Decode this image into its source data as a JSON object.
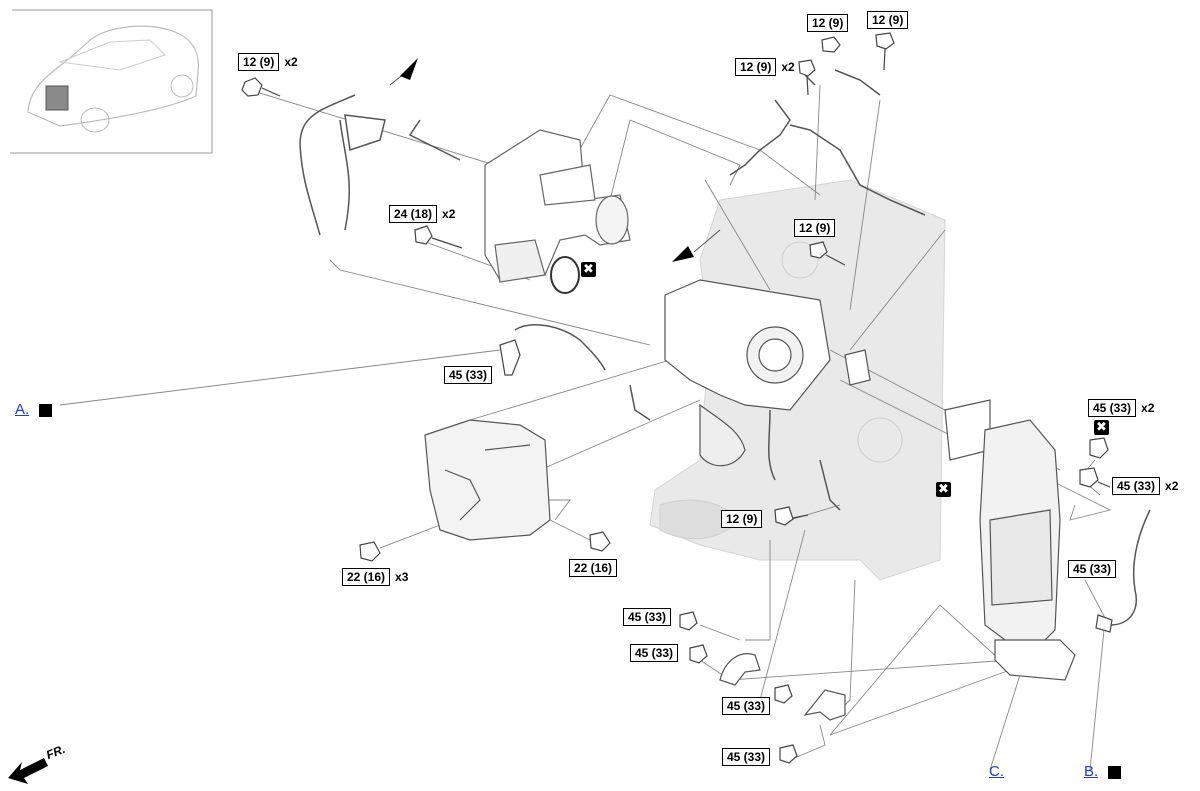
{
  "callouts": {
    "c1": {
      "value": "12 (9)",
      "qty": "x2"
    },
    "c2": {
      "value": "12 (9)",
      "qty": ""
    },
    "c3": {
      "value": "12 (9)",
      "qty": ""
    },
    "c4": {
      "value": "12 (9)",
      "qty": "x2"
    },
    "c5": {
      "value": "24 (18)",
      "qty": "x2"
    },
    "c6": {
      "value": "12 (9)",
      "qty": ""
    },
    "c7": {
      "value": "45 (33)",
      "qty": ""
    },
    "c8": {
      "value": "45 (33)",
      "qty": "x2"
    },
    "c9": {
      "value": "45 (33)",
      "qty": "x2"
    },
    "c10": {
      "value": "12 (9)",
      "qty": ""
    },
    "c11": {
      "value": "22 (16)",
      "qty": "x3"
    },
    "c12": {
      "value": "22 (16)",
      "qty": ""
    },
    "c13": {
      "value": "45 (33)",
      "qty": ""
    },
    "c14": {
      "value": "45 (33)",
      "qty": ""
    },
    "c15": {
      "value": "45 (33)",
      "qty": ""
    },
    "c16": {
      "value": "45 (33)",
      "qty": ""
    },
    "c17": {
      "value": "45 (33)",
      "qty": ""
    }
  },
  "links": {
    "a": "A.",
    "b": "B.",
    "c": "C."
  },
  "replace_mark": "✖",
  "front_label": "FR.",
  "colors": {
    "line": "#000000",
    "component": "#777777",
    "engine": "#e7e7e7",
    "link": "#1a3bd6"
  }
}
